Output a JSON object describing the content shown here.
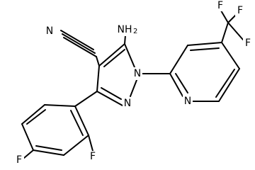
{
  "molecule": {
    "atoms": {
      "n_nitrile": "N",
      "nh2_main": "NH",
      "nh2_sub": "2",
      "n_pyrazole_1": "N",
      "n_pyrazole_2": "N",
      "n_pyridine": "N",
      "f_cf3_1": "F",
      "f_cf3_2": "F",
      "f_cf3_3": "F",
      "f_aryl_ortho": "F",
      "f_aryl_para": "F"
    },
    "colors": {
      "bond": "#000000",
      "label": "#000000",
      "background": "#ffffff"
    }
  }
}
